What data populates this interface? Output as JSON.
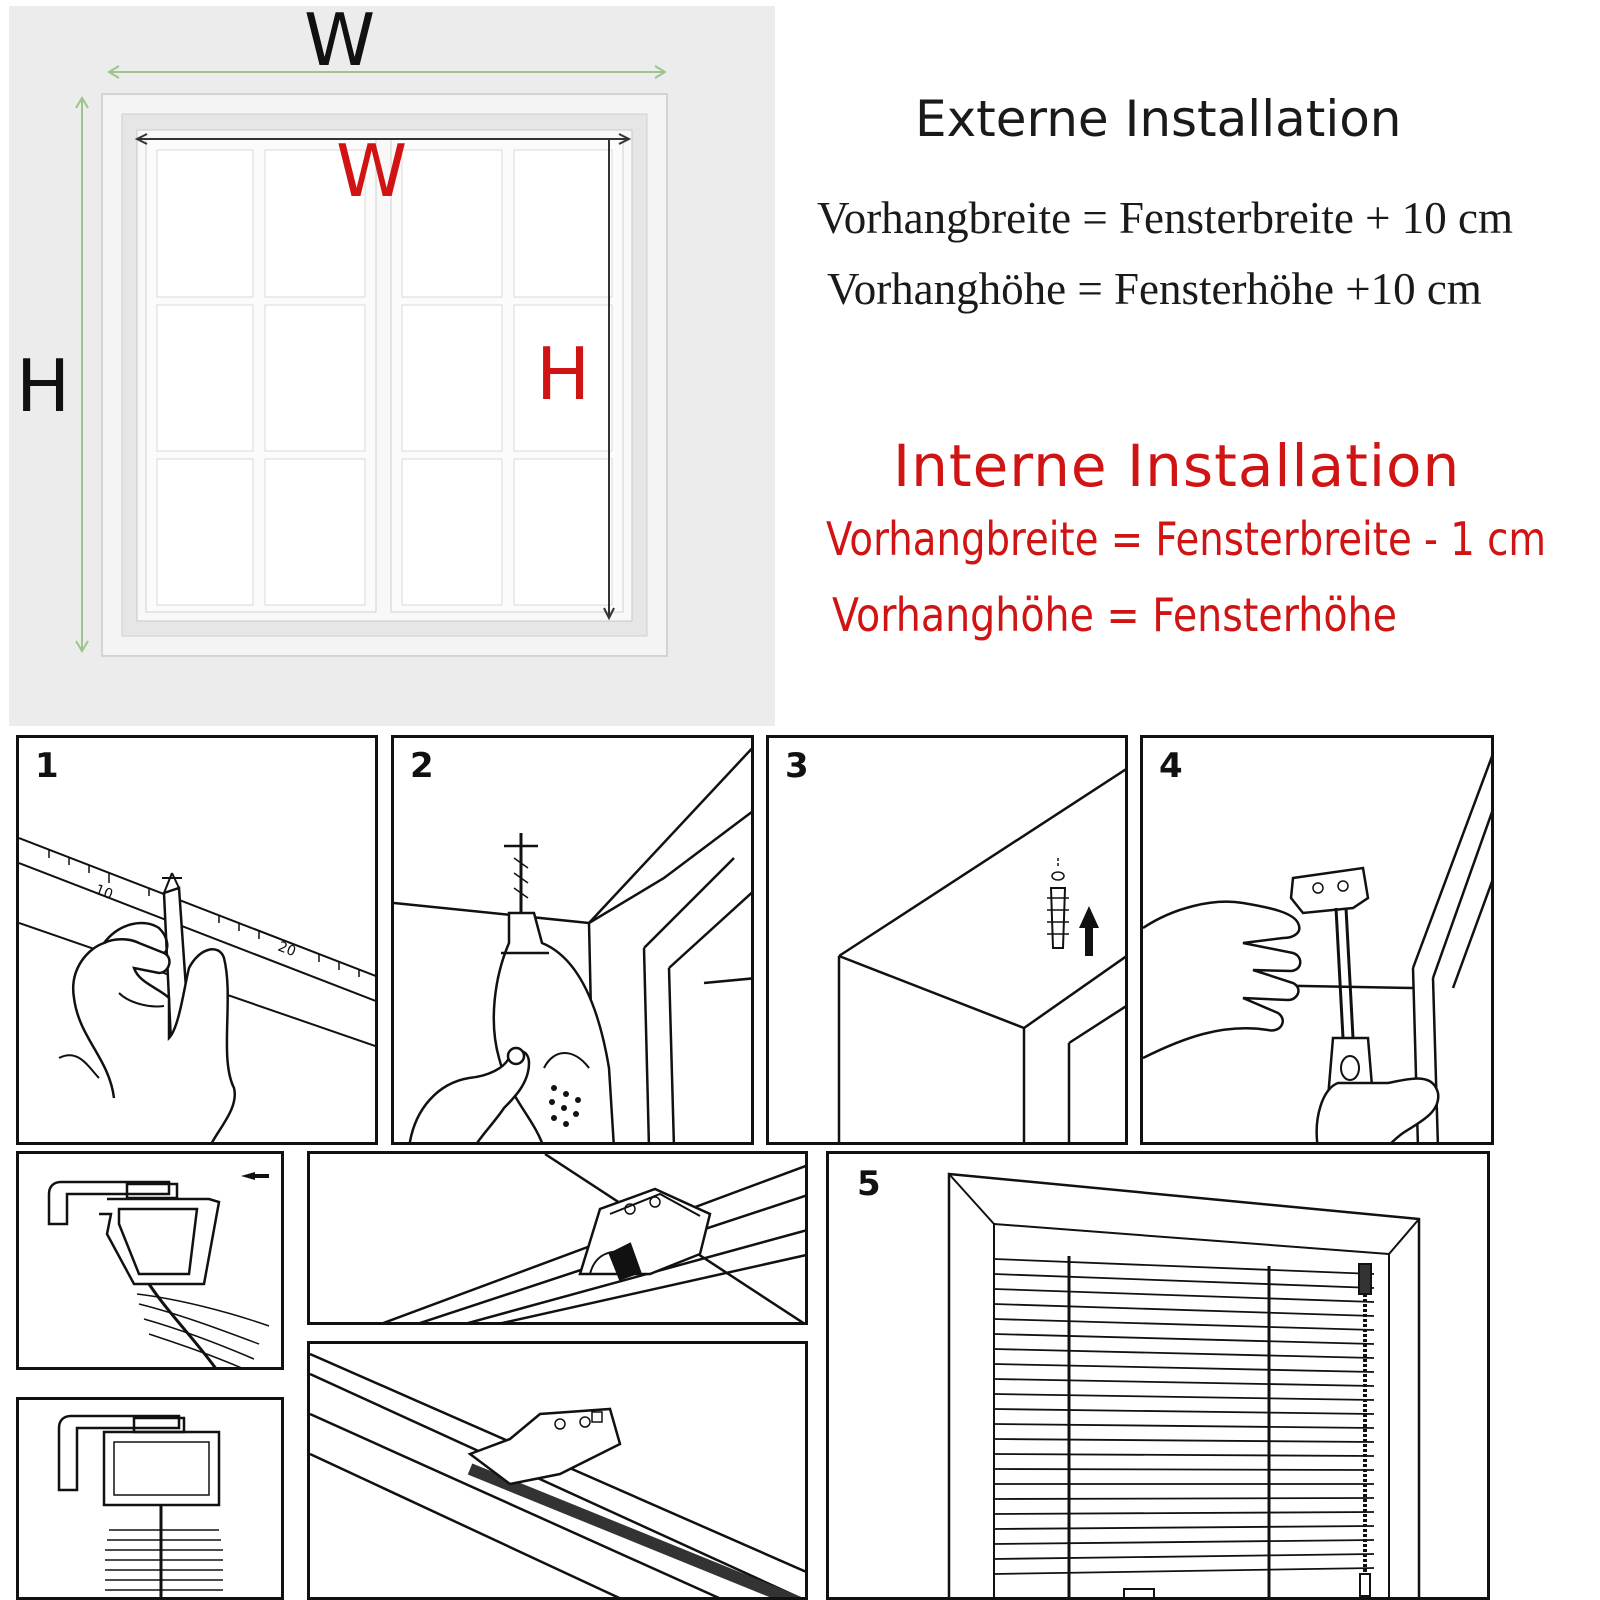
{
  "photo": {
    "outer_width_label": "W",
    "outer_height_label": "H",
    "inner_width_label": "W",
    "inner_height_label": "H"
  },
  "external": {
    "title": "Externe Installation",
    "width_rule": "Vorhangbreite = Fensterbreite + 10 cm",
    "height_rule": "Vorhanghöhe = Fensterhöhe +10 cm"
  },
  "internal": {
    "title": "Interne Installation",
    "width_rule": "Vorhangbreite = Fensterbreite - 1 cm",
    "height_rule": "Vorhanghöhe = Fensterhöhe"
  },
  "steps": [
    "1",
    "2",
    "3",
    "4",
    "5"
  ],
  "ruler_marks": [
    "10",
    "20"
  ],
  "colors": {
    "red": "#d01414",
    "green_arrow": "#9bc48e",
    "ink": "#111111"
  }
}
